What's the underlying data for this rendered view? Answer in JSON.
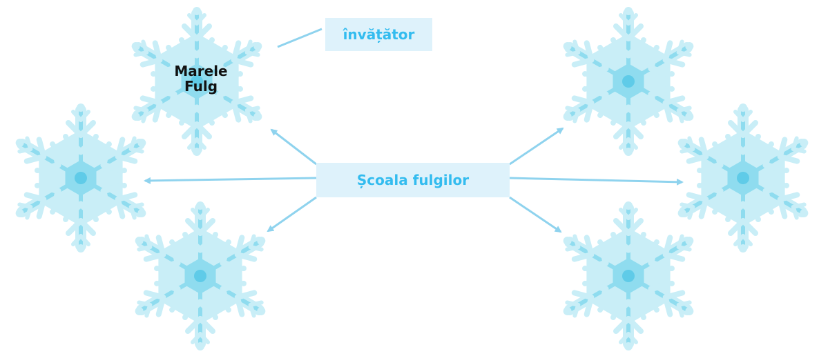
{
  "center_label": "Școala fulgilor",
  "teacher_label": "învățător",
  "big_flake_label": "Marele\nFulg",
  "colors": {
    "flake_light": "#c9eef7",
    "flake_mid": "#8fdcef",
    "flake_core": "#5fcbe8",
    "arrow": "#8fd3ee",
    "box_fill": "#def2fb",
    "box_text": "#33bcef"
  },
  "icons": [
    "snowflake-icon"
  ]
}
